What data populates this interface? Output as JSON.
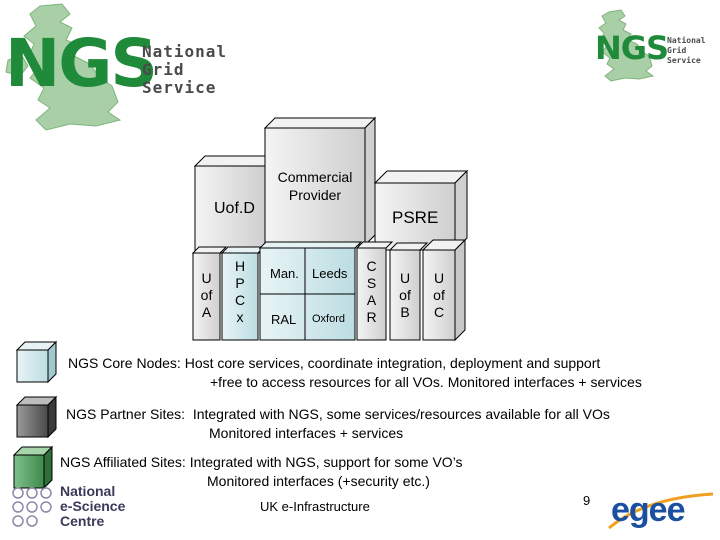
{
  "logo_main": {
    "letters": "NGS",
    "lines": [
      "National",
      "Grid",
      "Service"
    ]
  },
  "logo_small": {
    "letters": "NGS",
    "lines": [
      "National",
      "Grid",
      "Service"
    ]
  },
  "diagram": {
    "uofd": "Uof.D",
    "commercial": "Commercial\nProvider",
    "psre": "PSRE",
    "uofa": [
      "U",
      "of",
      "A"
    ],
    "hpcx": [
      "H",
      "P",
      "C",
      "x"
    ],
    "man": "Man.",
    "leeds": "Leeds",
    "ral": "RAL",
    "oxford": "Oxford",
    "csar": [
      "C",
      "S",
      "A",
      "R"
    ],
    "uofb": [
      "U",
      "of",
      "B"
    ],
    "uofc": [
      "U",
      "of",
      "C"
    ]
  },
  "legend": [
    {
      "kind": "core",
      "color": "#c8e4e8",
      "line1": "NGS Core Nodes: Host core services, coordinate integration, deployment and support",
      "line2": "+free to access resources for all VOs. Monitored interfaces + services"
    },
    {
      "kind": "partner",
      "color": "#6a6a6a",
      "line1": "NGS Partner Sites:  Integrated with NGS, some services/resources available for all VOs",
      "line2": "Monitored interfaces + services"
    },
    {
      "kind": "affiliated",
      "color": "#4f9a5a",
      "line1": "NGS Affiliated Sites: Integrated with NGS, support for some VO’s",
      "line2": "Monitored interfaces (+security etc.)"
    }
  ],
  "footer": {
    "nesc_lines": [
      "National",
      "e-Science",
      "Centre"
    ],
    "center_text": "UK e-Infrastructure",
    "page_number": "9",
    "egee": "egee"
  }
}
